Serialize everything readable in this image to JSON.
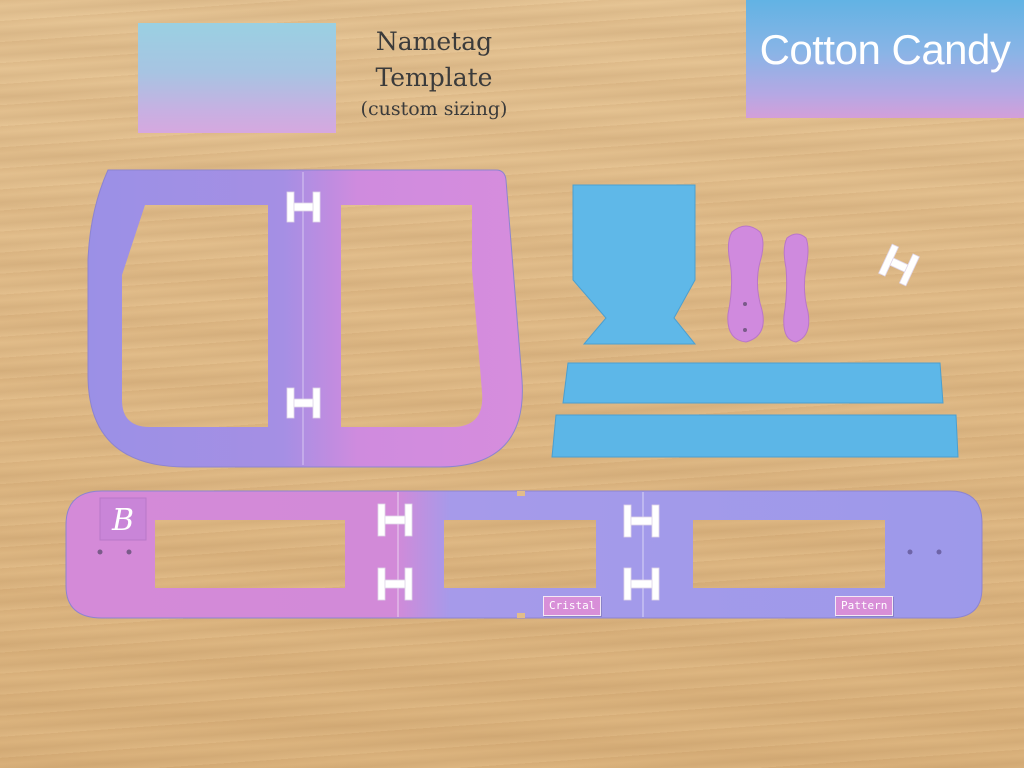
{
  "header": {
    "title_line1": "Nametag",
    "title_line2": "Template",
    "title_line3": "(custom sizing)",
    "brand_label": "Cotton Candy"
  },
  "pieces": {
    "label_cristal": "Cristal",
    "label_pattern": "Pattern",
    "logo_letter": "B"
  },
  "colors": {
    "wood": "#e2bd8a",
    "purple": "#9c95e8",
    "pink": "#d38ae0",
    "blue": "#5fb7e8",
    "white": "#ffffff"
  }
}
